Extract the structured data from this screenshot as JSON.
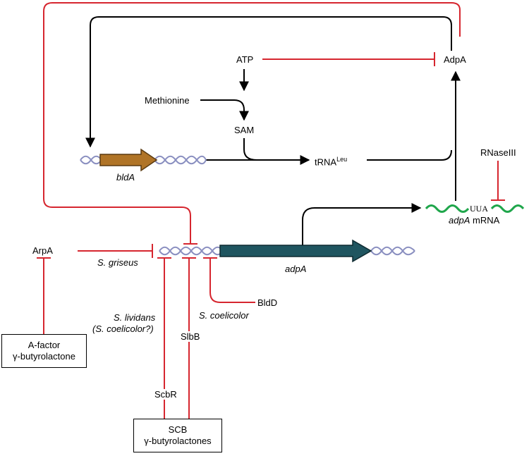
{
  "nodes": {
    "atp": "ATP",
    "adpA_protein": "AdpA",
    "methionine": "Methionine",
    "sam": "SAM",
    "trna": "tRNA",
    "trna_sup": "Leu",
    "rnaseIII": "RNaseIII",
    "bldA_gene": "bldA",
    "uua": "UUA",
    "adpA_mrna_italic": "adpA",
    "adpA_mrna_rest": " mRNA",
    "arpA": "ArpA",
    "s_griseus": "S. griseus",
    "adpA_gene": "adpA",
    "bldD": "BldD",
    "s_lividans_1": "S. lividans",
    "s_lividans_2": "(S. coelicolor?)",
    "s_coelicolor": "S. coelicolor",
    "slbB": "SlbB",
    "scbR": "ScbR"
  },
  "boxes": {
    "afactor_line1": "A-factor",
    "afactor_line2": "γ-butyrolactone",
    "scb_line1": "SCB",
    "scb_line2": "γ-butyrolactones"
  },
  "colors": {
    "repression": "#d6262f",
    "activation": "#000000",
    "dna_strand": "#8a8fc0",
    "bldA_gene": "#b07427",
    "adpA_gene": "#1f5560",
    "mrna": "#1fa64b"
  }
}
